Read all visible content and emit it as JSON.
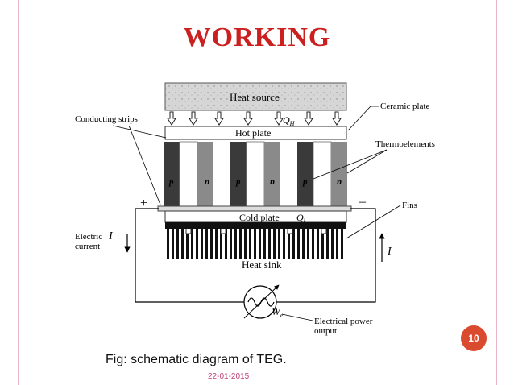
{
  "slide": {
    "title": "WORKING",
    "caption": "Fig: schematic diagram  of  TEG.",
    "date": "22-01-2015",
    "page_number": "10"
  },
  "diagram": {
    "heat_source": "Heat source",
    "q_h": "Q",
    "q_h_sub": "H",
    "hot_plate": "Hot plate",
    "cold_plate": "Cold plate",
    "q_l": "Q",
    "q_l_sub": "l",
    "heat_sink": "Heat sink",
    "ceramic_plate": "Ceramic plate",
    "conducting_strips": "Conducting strips",
    "thermoelements": "Thermoelements",
    "fins": "Fins",
    "plus": "+",
    "minus": "–",
    "electric_current_1": "Electric",
    "electric_current_2": "current",
    "current_symbol": "I",
    "current_symbol_right": "I",
    "power_symbol": "W",
    "power_sub": "e",
    "electrical_power_1": "Electrical power",
    "electrical_power_2": "output",
    "p_label": "p",
    "n_label": "n"
  },
  "colors": {
    "title": "#cc1f1f",
    "badge": "#d94a2e",
    "date": "#c0407a",
    "rail": "#e6b3c7"
  }
}
